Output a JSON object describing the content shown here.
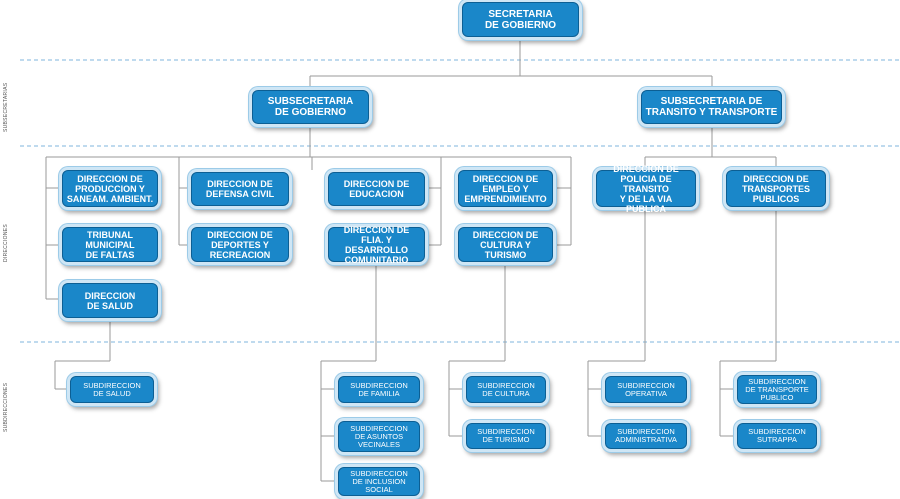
{
  "side_labels": {
    "subsecretarias": "SUBSECRETARIAS",
    "direcciones": "DIRECCIONES",
    "subdirecciones": "SUBDIRECCIONES"
  },
  "nodes": {
    "secretaria": "SECRETARIA\nDE GOBIERNO",
    "sub_gobierno": "SUBSECRETARIA\nDE GOBIERNO",
    "sub_transito": "SUBSECRETARIA DE\nTRANSITO Y TRANSPORTE",
    "dir_produccion": "DIRECCION DE\nPRODUCCION Y\nSANEAM. AMBIENT.",
    "dir_tribunal": "TRIBUNAL\nMUNICIPAL\nDE FALTAS",
    "dir_salud": "DIRECCION\nDE SALUD",
    "dir_defensa": "DIRECCION DE\nDEFENSA CIVIL",
    "dir_deportes": "DIRECCION DE\nDEPORTES Y\nRECREACION",
    "dir_educacion": "DIRECCION DE\nEDUCACION",
    "dir_flia": "DIRECCION DE\nFLIA. Y DESARROLLO\nCOMUNITARIO",
    "dir_empleo": "DIRECCION DE\nEMPLEO Y\nEMPRENDIMIENTO",
    "dir_cultura": "DIRECCION DE\nCULTURA Y TURISMO",
    "dir_policia": "DIRECCION DE\nPOLICIA DE TRANSITO\nY DE LA VIA PUBLICA",
    "dir_transportes": "DIRECCION DE\nTRANSPORTES\nPUBLICOS",
    "subdir_salud": "SUBDIRECCION\nDE SALUD",
    "subdir_familia": "SUBDIRECCION\nDE FAMILIA",
    "subdir_asuntos": "SUBDIRECCION\nDE ASUNTOS\nVECINALES",
    "subdir_inclusion": "SUBDIRECCION\nDE INCLUSION\nSOCIAL",
    "subdir_cultura": "SUBDIRECCION\nDE CULTURA",
    "subdir_turismo": "SUBDIRECCION\nDE TURISMO",
    "subdir_operativa": "SUBDIRECCION\nOPERATIVA",
    "subdir_administrativa": "SUBDIRECCION\nADMINISTRATIVA",
    "subdir_transporte": "SUBDIRECCION\nDE TRANSPORTE\nPUBLICO",
    "subdir_sutrappa": "SUBDIRECCION\nSUTRAPPA"
  },
  "colors": {
    "box_fill": "#1a87c9",
    "box_halo": "#cfe6f5",
    "connector": "#9a9a9a",
    "separator": "#7fb6dd"
  }
}
